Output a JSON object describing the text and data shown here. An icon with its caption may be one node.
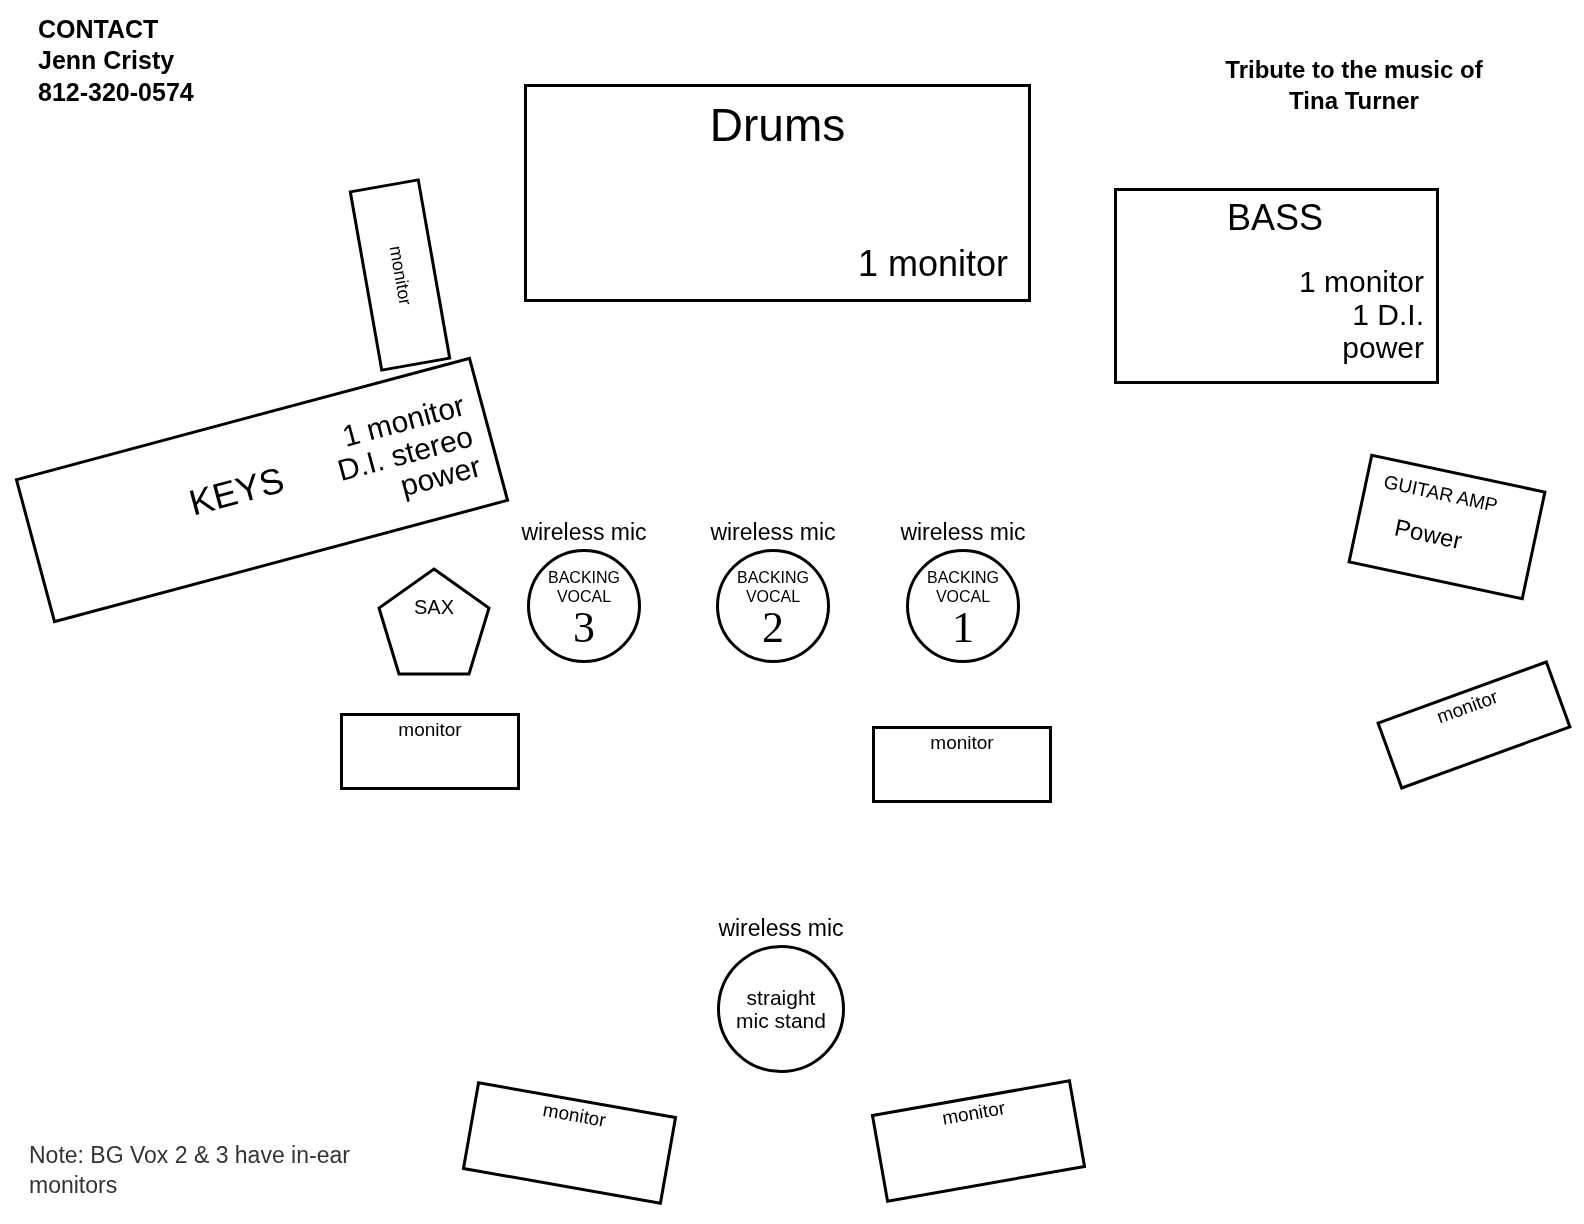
{
  "diagram": {
    "nodes": [
      {
        "text": [
          "Drums",
          "1 monitor"
        ]
      },
      {
        "text": [
          "BASS",
          "1 monitor",
          "1 D.I.",
          "power"
        ]
      },
      {
        "text": [
          "monitor"
        ]
      },
      {
        "text": [
          "KEYS",
          "1 monitor",
          "D.I. stereo",
          "power"
        ]
      },
      {
        "text": [
          "SAX"
        ]
      },
      {
        "text": [
          "BACKING VOCAL",
          "3"
        ],
        "beside": [
          "wireless mic"
        ]
      },
      {
        "text": [
          "BACKING VOCAL",
          "2"
        ],
        "beside": [
          "wireless mic"
        ]
      },
      {
        "text": [
          "BACKING VOCAL",
          "1"
        ],
        "beside": [
          "wireless mic"
        ]
      },
      {
        "text": [
          "GUITAR AMP",
          "Power"
        ]
      },
      {
        "text": [
          "monitor"
        ]
      },
      {
        "text": [
          "monitor"
        ]
      },
      {
        "text": [
          "monitor"
        ]
      },
      {
        "text": [
          "straight mic stand"
        ],
        "beside": [
          "wireless mic"
        ]
      },
      {
        "text": [
          "monitor"
        ]
      },
      {
        "text": [
          "monitor"
        ]
      }
    ],
    "labels": [
      "CONTACT",
      "Jenn Cristy",
      "812-320-0574",
      "Tribute to the music of Tina Turner",
      "Note: BG Vox 2 & 3 have in-ear monitors"
    ]
  }
}
